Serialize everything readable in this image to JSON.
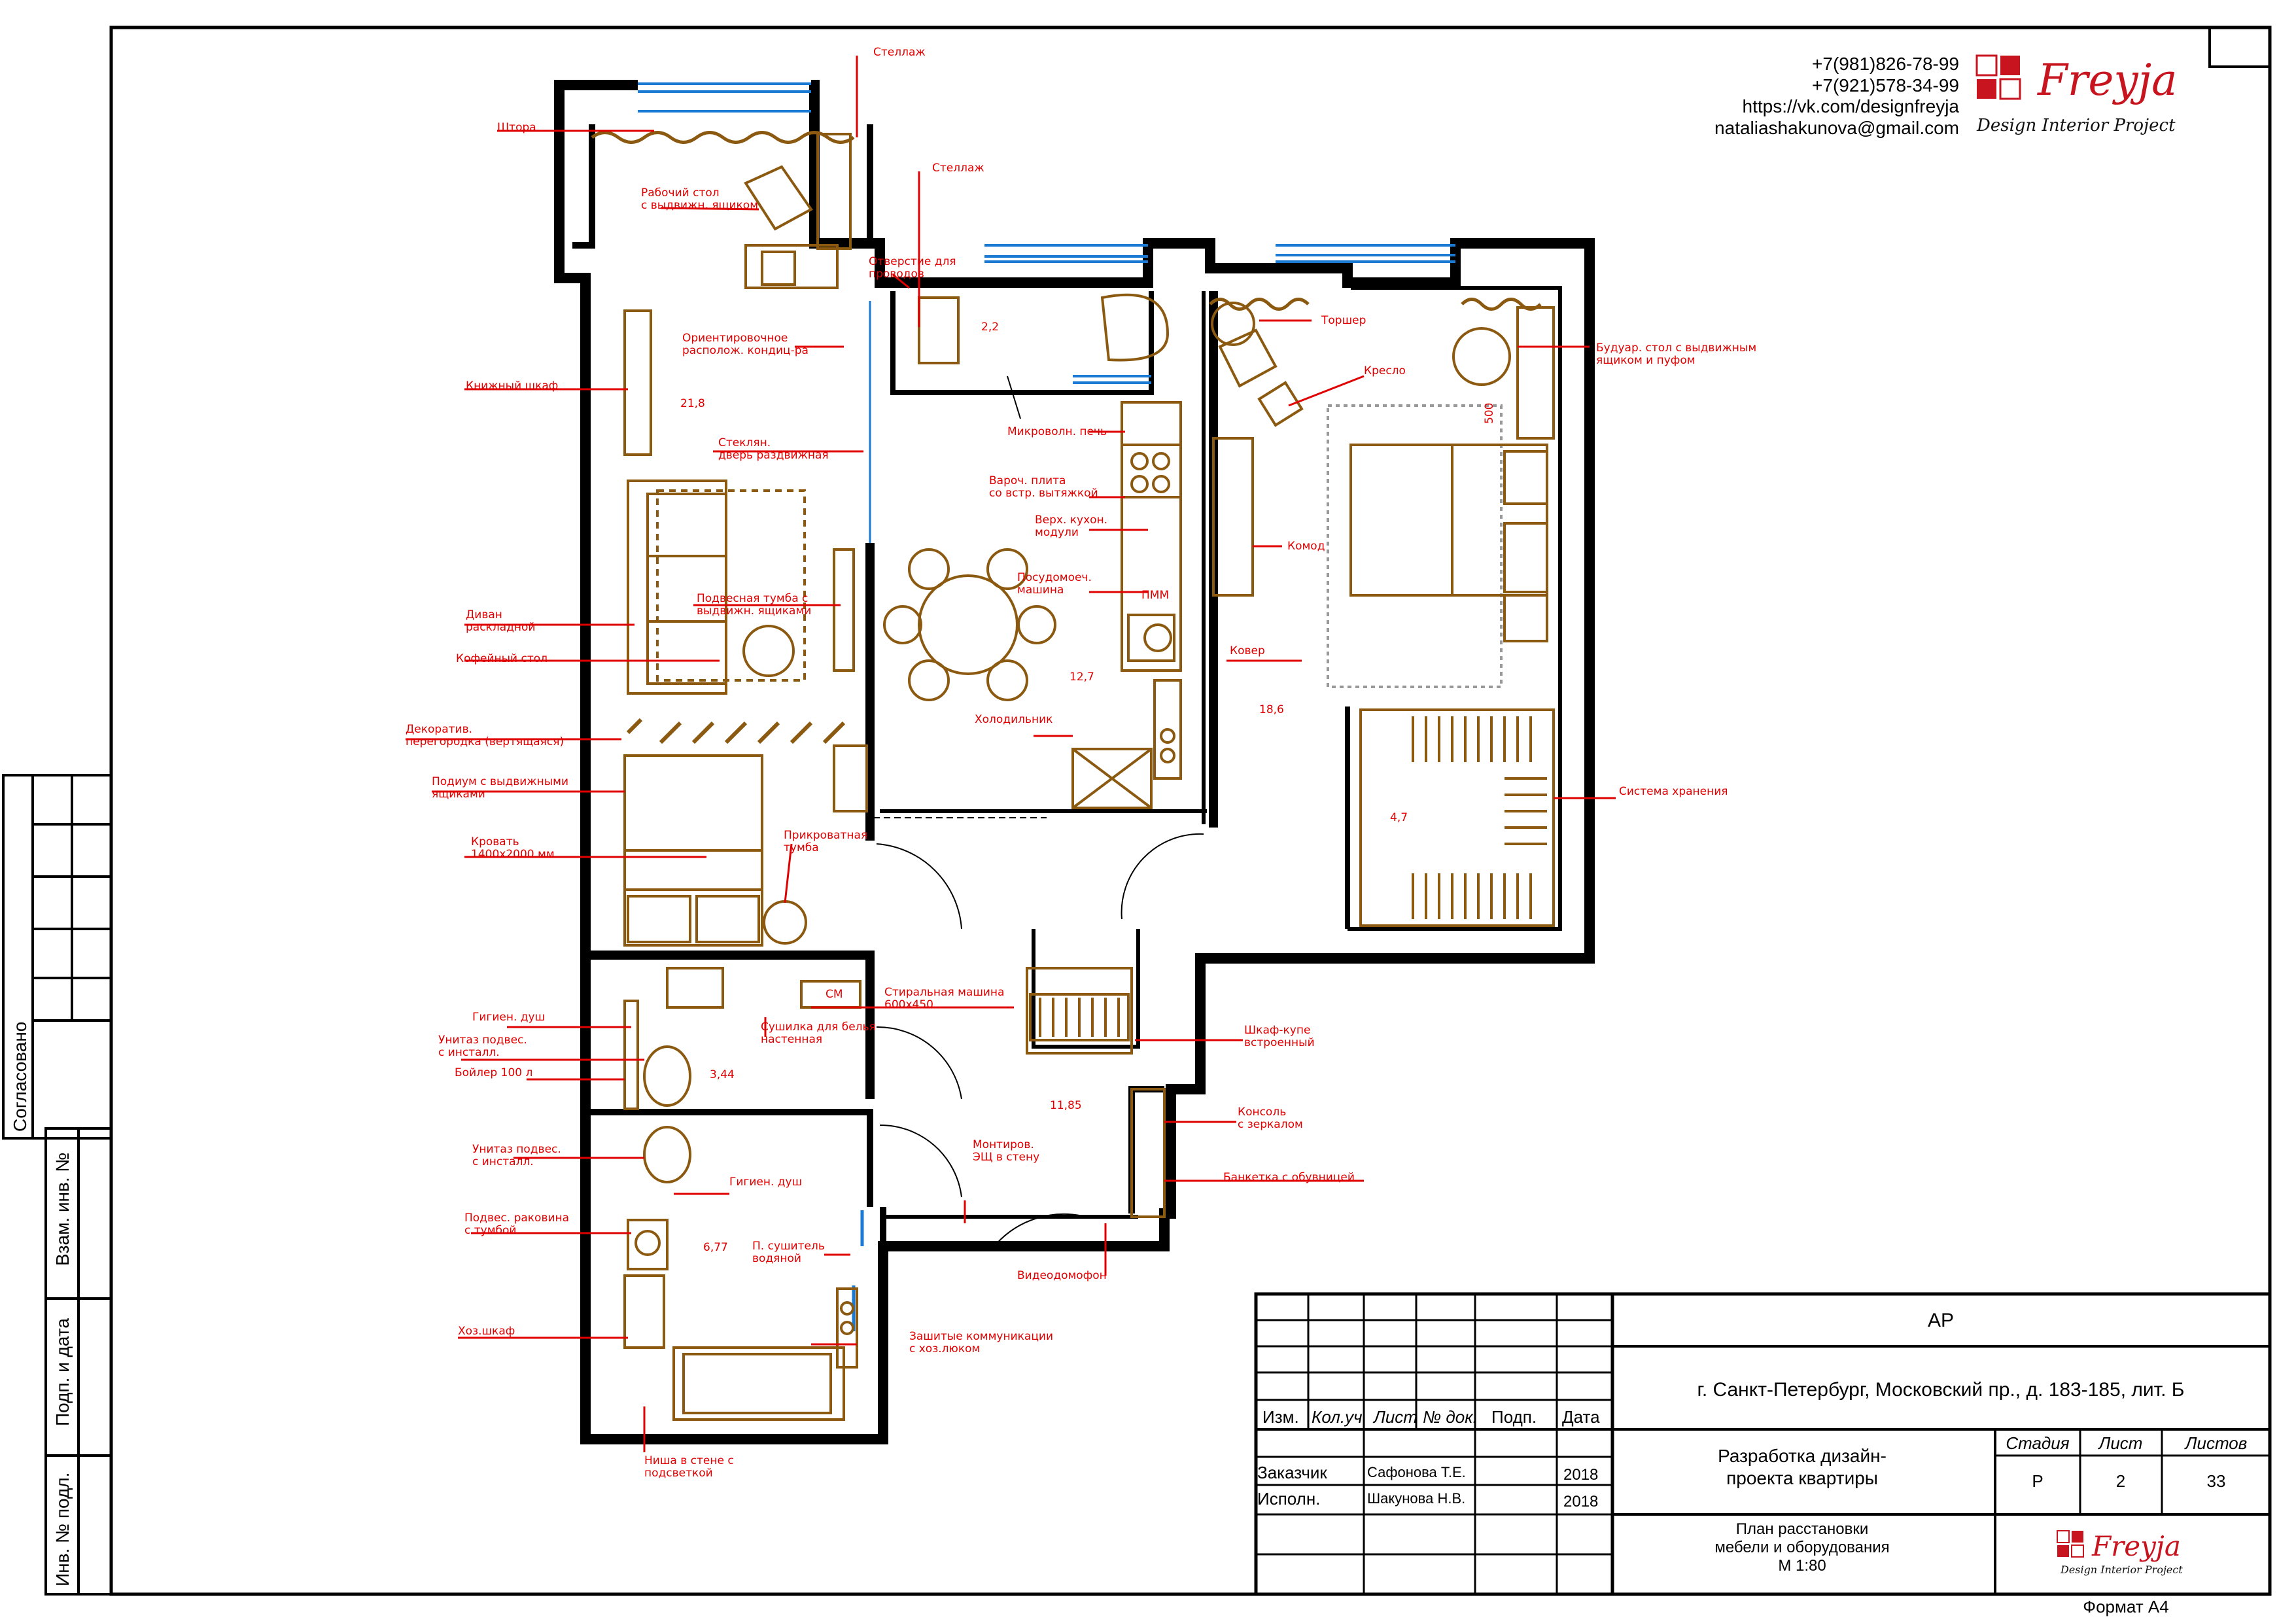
{
  "contacts": {
    "phone1": "+7(981)826-78-99",
    "phone2": "+7(921)578-34-99",
    "vk": "https://vk.com/designfreyja",
    "email": "nataliashakunova@gmail.com"
  },
  "brand": {
    "name": "Freyja",
    "tagline": "Design Interior Project"
  },
  "side_stamp": {
    "agreed": "Согласовано",
    "inv_vzam": "Взам. инв. №",
    "sign_date": "Подп. и дата",
    "inv_podl": "Инв. № подл."
  },
  "rooms": {
    "living": "21,8",
    "storage": "2,2",
    "kitchen": "12,7",
    "bedroom": "18,6",
    "wardrobe": "4,7",
    "hall": "11,85",
    "wc": "3,44",
    "bath": "6,77"
  },
  "labels": {
    "shelf_top": "Стеллаж",
    "shtora": "Штора",
    "desk": "Рабочий стол\nс выдвижн. ящиком",
    "shelf_mid": "Стеллаж",
    "hole": "Отверстие для\nпроводов",
    "cond": "Ориентировочное\nрасполож. кондиц-ра",
    "bookcase": "Книжный шкаф",
    "glass_door": "Стеклян.\nдверь раздвижная",
    "sofa": "Диван\nраскладной",
    "tv_stand": "Подвесная тумба с\nвыдвижн. ящиками",
    "coffee_table": "Кофейный стол",
    "partition": "Декоратив.\nперегородка (вертящаяся)",
    "podium": "Подиум с выдвижными\nящиками",
    "bed": "Кровать\n1400х2000 мм",
    "nightstand": "Прикроватная\nтумба",
    "microwave": "Микроволн. печь",
    "hob": "Вароч. плита\nсо встр. вытяжкой",
    "upper_cab": "Верх. кухон.\nмодули",
    "dishwasher": "Посудомоеч.\nмашина",
    "fridge": "Холодильник",
    "torsher": "Торшер",
    "armchair": "Кресло",
    "boudoir": "Будуар. стол с выдвижным\nящиком и пуфом",
    "dresser": "Комод",
    "carpet": "Ковер",
    "storage_sys": "Система хранения",
    "hyg_shower1": "Гигиен. душ",
    "toilet1": "Унитаз подвес.\nс инсталл.",
    "boiler": "Бойлер 100 л",
    "dryer": "Сушилка для белья\nнастенная",
    "washer": "Стиральная машина\n600х450",
    "wardrobe_coupe": "Шкаф-купе\nвстроенный",
    "console": "Консоль\nс зеркалом",
    "toilet2": "Унитаз подвес.\nс инсталл.",
    "hyg_shower2": "Гигиен. душ",
    "sink": "Подвес. раковина\nс тумбой",
    "towel": "П. сушитель\nводяной",
    "panel": "Монтиров.\nЭЩ в стену",
    "bench": "Банкетка с обувницей",
    "intercom": "Видеодомофон",
    "utility": "Хоз.шкаф",
    "hidden_comm": "Зашитые коммуникации\nс хоз.люком",
    "niche": "Ниша в стене с\nподсветкой",
    "dim500": "500",
    "cm": "СМ",
    "pmm": "ПММ"
  },
  "title_block": {
    "code": "АР",
    "address": "г. Санкт-Петербург, Московский пр., д. 183-185, лит. Б",
    "cols": [
      "Изм.",
      "Кол.уч",
      "Лист",
      "№ док.",
      "Подп.",
      "Дата"
    ],
    "customer_label": "Заказчик",
    "customer_name": "Сафонова Т.Е.",
    "customer_year": "2018",
    "executor_label": "Исполн.",
    "executor_name": "Шакунова Н.В.",
    "executor_year": "2018",
    "project": "Разработка дизайн-\nпроекта квартиры",
    "stage_label": "Стадия",
    "sheet_label": "Лист",
    "sheets_label": "Листов",
    "stage": "Р",
    "sheet": "2",
    "sheets": "33",
    "plan_title": "План расстановки\nмебели и оборудования\nМ 1:80",
    "format": "Формат А4"
  },
  "colors": {
    "wall": "#000000",
    "furniture": "#8b5a10",
    "label": "#e00000",
    "window": "#1a7ad4",
    "brand": "#c8141e"
  }
}
